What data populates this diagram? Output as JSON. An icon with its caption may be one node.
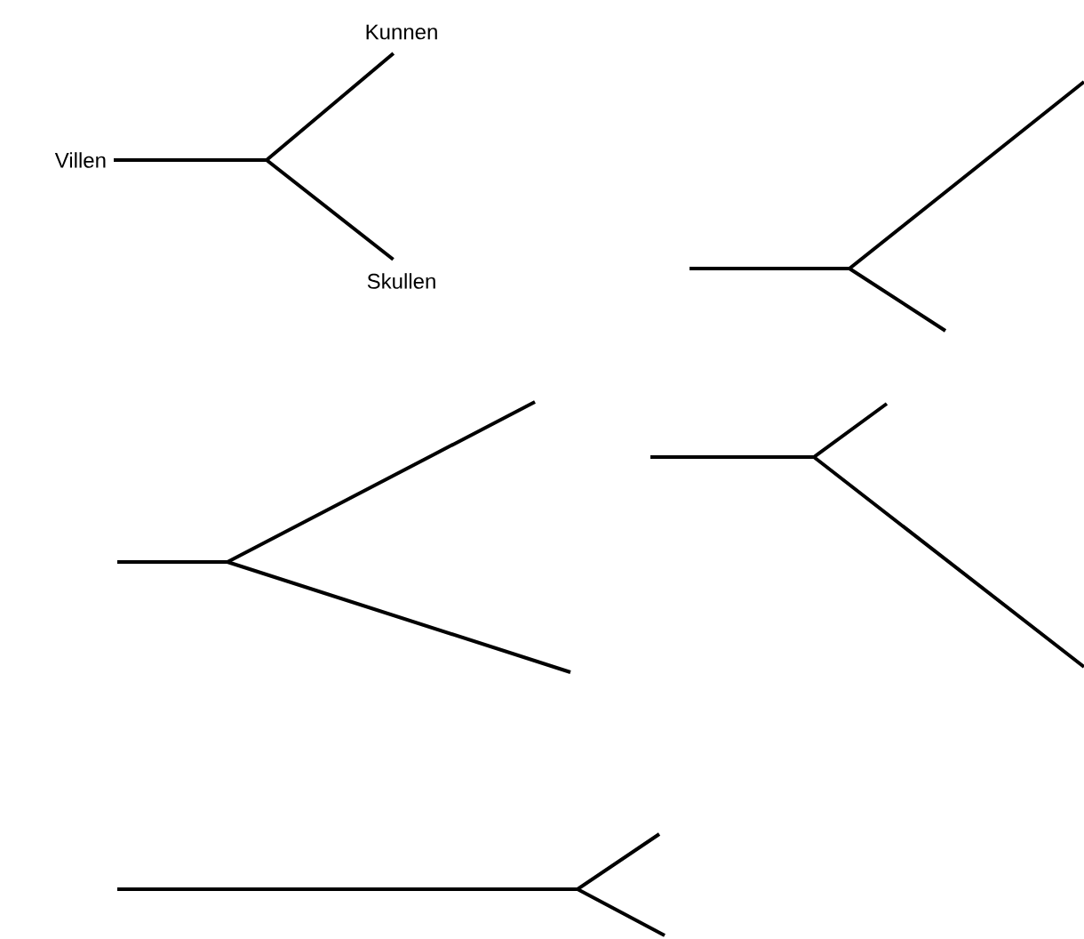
{
  "diagram": {
    "nodes": [
      {
        "text": [
          "Villen"
        ]
      },
      {
        "text": [
          "Kunnen"
        ]
      },
      {
        "text": [
          "Skullen"
        ]
      }
    ],
    "edges": [
      {
        "from": 0,
        "to": 1,
        "arrow": "none"
      },
      {
        "from": 0,
        "to": 2,
        "arrow": "none"
      }
    ]
  }
}
